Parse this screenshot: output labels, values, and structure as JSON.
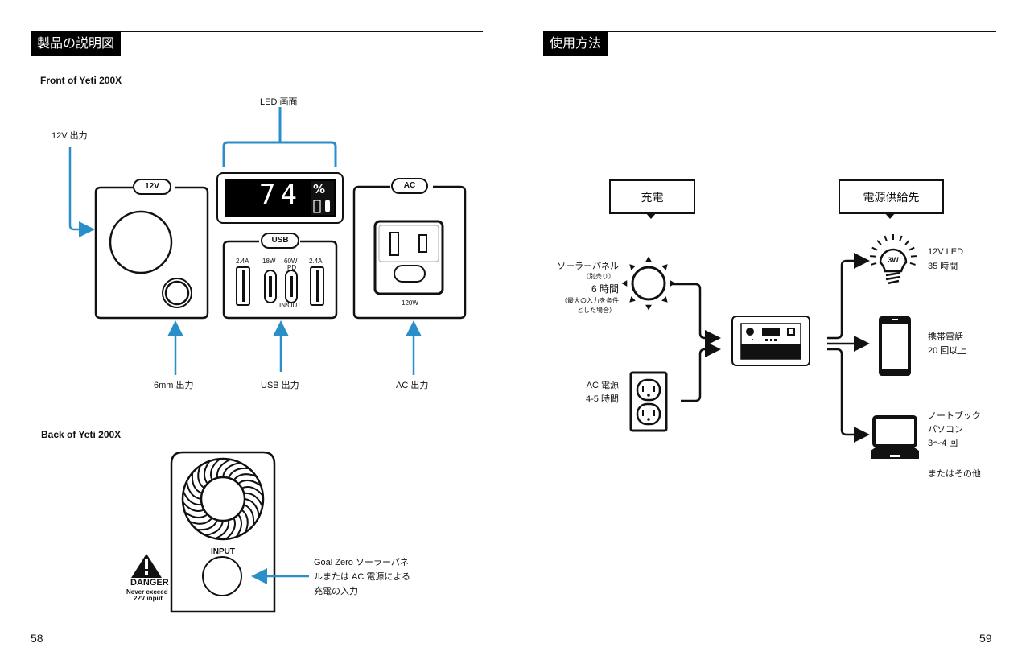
{
  "left_page": {
    "section_title": "製品の説明図",
    "front": {
      "heading": "Front of Yeti 200X",
      "led_label": "LED 画面",
      "led_display": {
        "value": "74",
        "unit": "%"
      },
      "port_12v_badge": "12V",
      "port_usb_badge": "USB",
      "port_ac_badge": "AC",
      "usb_ports": [
        {
          "rating": "2.4A",
          "sub": ""
        },
        {
          "rating": "18W",
          "sub": ""
        },
        {
          "rating": "60W",
          "sub": "PD",
          "note": "IN/OUT"
        },
        {
          "rating": "2.4A",
          "sub": ""
        }
      ],
      "ac_rating": "120W",
      "callouts": {
        "out_12v": "12V 出力",
        "out_6mm": "6mm 出力",
        "out_usb": "USB 出力",
        "out_ac": "AC 出力"
      }
    },
    "back": {
      "heading": "Back of Yeti 200X",
      "input_label": "INPUT",
      "danger_title": "DANGER",
      "danger_line1": "Never exceed",
      "danger_line2": "22V input",
      "input_desc": [
        "Goal Zero ソーラーパネ",
        "ルまたは AC 電源による",
        "充電の入力"
      ]
    },
    "page_number": "58"
  },
  "right_page": {
    "section_title": "使用方法",
    "charge_box": "充電",
    "supply_box": "電源供給先",
    "sources": {
      "solar": {
        "title": "ソーラーパネル",
        "note": "（別売り）",
        "time": "6 時間",
        "cond1": "（最大の入力を条件",
        "cond2": "とした場合）"
      },
      "ac": {
        "title": "AC 電源",
        "time": "4-5 時間"
      }
    },
    "outputs": [
      {
        "icon": "light-bulb-icon",
        "badge": "3W",
        "line1": "12V LED",
        "line2": "35 時間"
      },
      {
        "icon": "phone-icon",
        "line1": "携帯電話",
        "line2": "20 回以上"
      },
      {
        "icon": "laptop-icon",
        "line1": "ノートブック",
        "line2": "パソコン",
        "line3": "3～4 回"
      }
    ],
    "other": "またはその他",
    "page_number": "59"
  },
  "colors": {
    "accent": "#2a8fc8",
    "ink": "#111111"
  }
}
